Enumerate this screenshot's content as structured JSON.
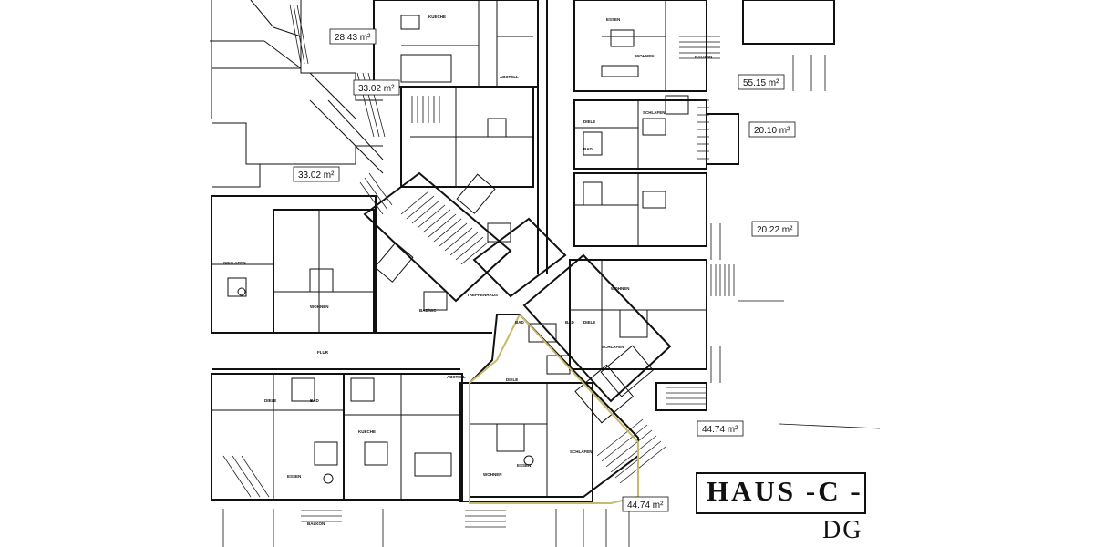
{
  "title": {
    "house": "HAUS -C -",
    "floor": "DG"
  },
  "colors": {
    "line": "#111111",
    "highlight": "#c9b96a",
    "background": "#ffffff"
  },
  "area_labels": [
    "28.43 m²",
    "33.02 m²",
    "33.02 m²",
    "55.15 m²",
    "20.10 m²",
    "20.22 m²",
    "44.74 m²",
    "44.74 m²"
  ],
  "room_labels": [
    "WOHNEN",
    "SCHLAFEN",
    "ESSEN",
    "DIELE",
    "BAD",
    "KUECHE",
    "ABSTELL",
    "BALKON",
    "FLUR",
    "TREPPENHAUS",
    "BAD/WC",
    "WOHNEN",
    "SCHLAFEN",
    "ESSEN",
    "DIELE",
    "BAD",
    "KUECHE",
    "ABSTELL",
    "BALKON",
    "WOHNEN",
    "DIELE",
    "ESSEN",
    "SCHLAFEN",
    "BAD",
    "DIELE",
    "WOHNEN",
    "SCHLAFEN",
    "BAD"
  ]
}
